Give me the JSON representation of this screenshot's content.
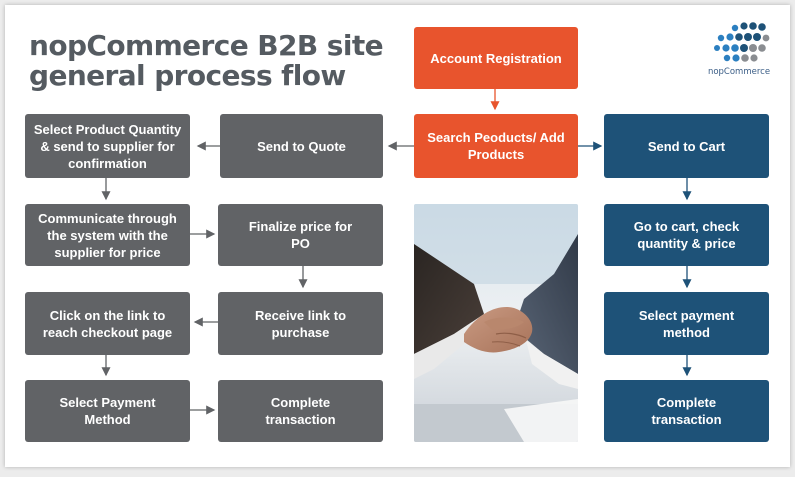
{
  "title": {
    "line1": "nopCommerce B2B site",
    "line2": "general process flow"
  },
  "logo": {
    "text": "nopCommerce"
  },
  "colors": {
    "gray": "#616366",
    "orange": "#e8542d",
    "blue": "#1e5278",
    "logo_blue": "#2b7fc0",
    "logo_gray": "#8a8d91"
  },
  "nodes": {
    "account_registration": "Account Registration",
    "search_products": "Search Peoducts/ Add Products",
    "send_to_quote": "Send to Quote",
    "send_to_cart": "Send to Cart",
    "select_quantity": "Select Product Quantity & send to supplier for confirmation",
    "communicate": "Communicate through the system with the supplier for price",
    "finalize_price": "Finalize price for PO",
    "receive_link": "Receive link to purchase",
    "click_link": "Click on the link to reach checkout page",
    "select_payment_left": "Select Payment Method",
    "complete_left": "Complete transaction",
    "go_to_cart": "Go to cart, check quantity & price",
    "select_payment_right": "Select payment method",
    "complete_right": "Complete transaction"
  },
  "image": {
    "subject": "handshake-photo"
  }
}
